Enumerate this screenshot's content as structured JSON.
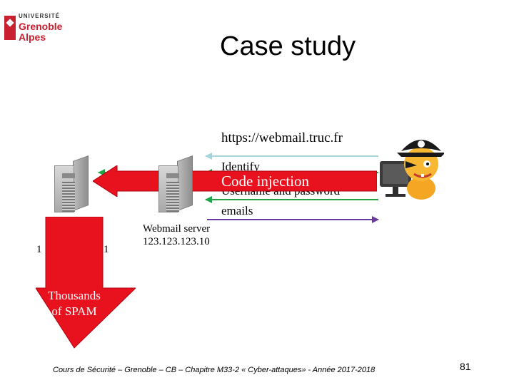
{
  "logo": {
    "line1": "UNIVERSITÉ",
    "line2": "Grenoble",
    "line3": "Alpes"
  },
  "slide": {
    "title": "Case study",
    "page_number": "81",
    "footer": "Cours de Sécurité – Grenoble – CB – Chapitre M33-2 « Cyber-attaques» - Année 2017-2018"
  },
  "diagram": {
    "url_label": "https://webmail.truc.fr",
    "identify_label": "Identify",
    "credentials_label": "Username and password",
    "emails_label": "emails",
    "injection_label": "Code injection",
    "webmail_server_label": "Webmail server",
    "webmail_server_ip": "123.123.123.10",
    "left_server_ip_left": "1",
    "left_server_ip_right": "1",
    "spam_line1": "Thousands",
    "spam_line2": "of SPAM"
  },
  "colors": {
    "injection_red": "#e8121e",
    "url_arrow": "#a6d4d9",
    "green_arrow": "#1ea446",
    "purple_arrow": "#6a3aa0",
    "logo_red": "#c8202f"
  }
}
